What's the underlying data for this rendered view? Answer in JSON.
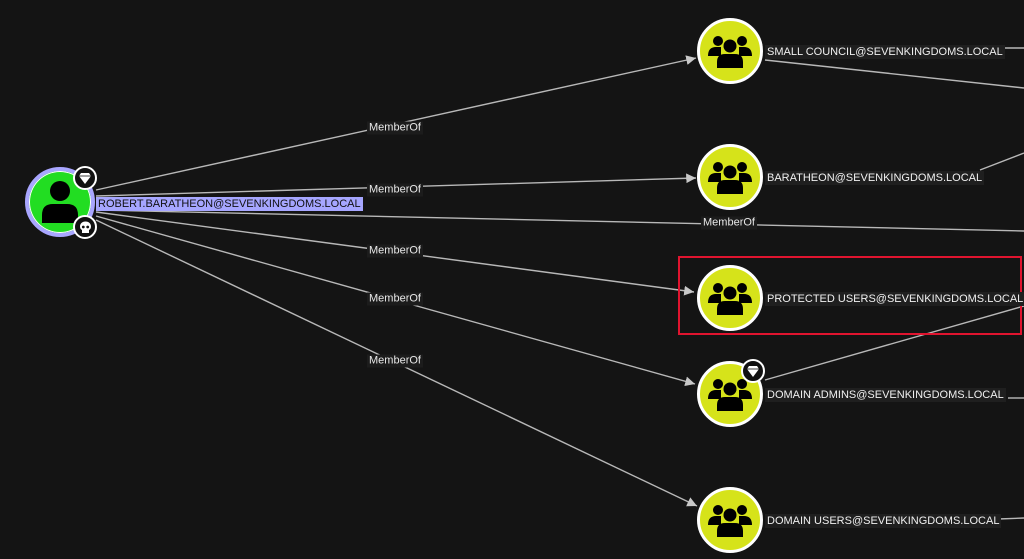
{
  "colors": {
    "background": "#141414",
    "group_node": "#d6e31a",
    "user_node": "#22dd22",
    "selected_ring": "#a9a6ff",
    "selected_label_bg": "#a6a6ff",
    "edge": "#b8b8b8",
    "highlight": "#e0142f"
  },
  "source_node": {
    "label": "ROBERT.BARATHEON@SEVENKINGDOMS.LOCAL",
    "type": "user",
    "icon": "user-icon",
    "badges": [
      "high-value-diamond-icon",
      "owned-skull-icon"
    ]
  },
  "group_nodes": [
    {
      "label": "SMALL COUNCIL@SEVENKINGDOMS.LOCAL",
      "icon": "group-icon",
      "badges": []
    },
    {
      "label": "BARATHEON@SEVENKINGDOMS.LOCAL",
      "icon": "group-icon",
      "badges": []
    },
    {
      "label": "PROTECTED USERS@SEVENKINGDOMS.LOCAL",
      "icon": "group-icon",
      "badges": [],
      "highlighted": true
    },
    {
      "label": "DOMAIN ADMINS@SEVENKINGDOMS.LOCAL",
      "icon": "group-icon",
      "badges": [
        "high-value-diamond-icon"
      ]
    },
    {
      "label": "DOMAIN USERS@SEVENKINGDOMS.LOCAL",
      "icon": "group-icon",
      "badges": []
    }
  ],
  "edges": [
    {
      "label": "MemberOf",
      "to": "SMALL COUNCIL@SEVENKINGDOMS.LOCAL"
    },
    {
      "label": "MemberOf",
      "to": "BARATHEON@SEVENKINGDOMS.LOCAL"
    },
    {
      "label": "MemberOf",
      "to": "offscreen"
    },
    {
      "label": "MemberOf",
      "to": "PROTECTED USERS@SEVENKINGDOMS.LOCAL"
    },
    {
      "label": "MemberOf",
      "to": "DOMAIN ADMINS@SEVENKINGDOMS.LOCAL"
    },
    {
      "label": "MemberOf",
      "to": "DOMAIN USERS@SEVENKINGDOMS.LOCAL"
    }
  ]
}
